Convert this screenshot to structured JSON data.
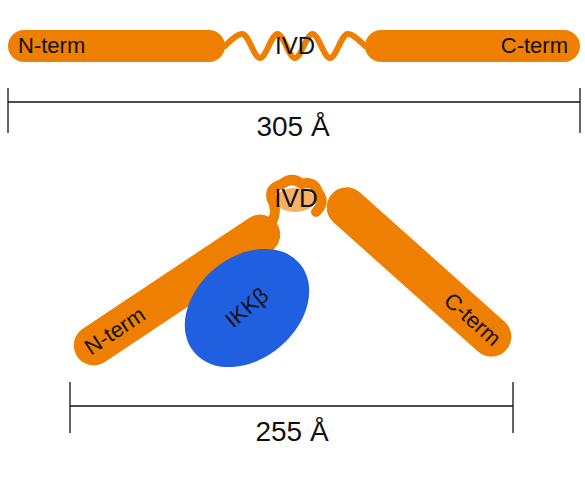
{
  "diagram": {
    "nodes": [
      {
        "text": [
          "N-term"
        ]
      },
      {
        "text": [
          "C-term"
        ]
      },
      {
        "text": [
          "N-term"
        ]
      },
      {
        "text": [
          "IKKβ"
        ]
      },
      {
        "text": [
          "C-term"
        ]
      }
    ],
    "edges": [
      {
        "from": 0,
        "to": 1,
        "arrow": "none",
        "label": "IVD"
      }
    ],
    "labels": [
      "305 Å",
      "IVD",
      "255 Å"
    ]
  }
}
